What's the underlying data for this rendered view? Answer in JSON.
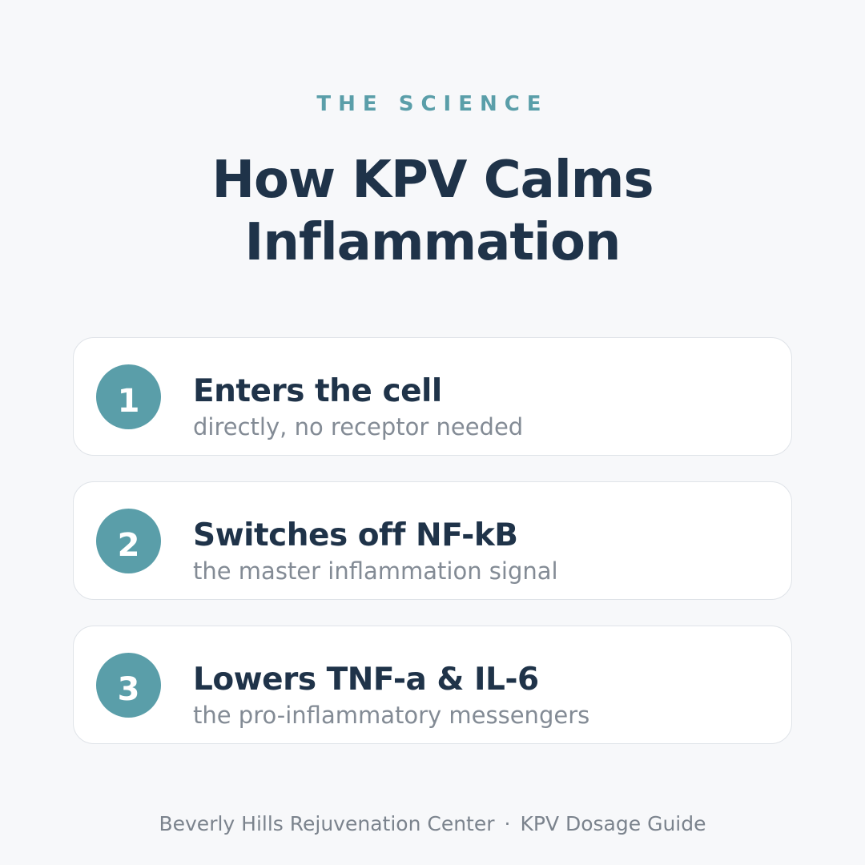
{
  "header": {
    "eyebrow": "THE SCIENCE",
    "title_line1": "How KPV Calms",
    "title_line2": "Inflammation"
  },
  "steps": [
    {
      "number": "1",
      "title": "Enters the cell",
      "subtitle": "directly, no receptor needed"
    },
    {
      "number": "2",
      "title": "Switches off NF-kB",
      "subtitle": "the master inflammation signal"
    },
    {
      "number": "3",
      "title": "Lowers TNF-a & IL-6",
      "subtitle": "the pro-inflammatory messengers"
    }
  ],
  "footer": {
    "brand": "Beverly Hills Rejuvenation Center",
    "separator": "·",
    "guide": "KPV Dosage Guide"
  },
  "colors": {
    "background": "#f7f8fa",
    "accent": "#5a9ea9",
    "heading": "#1f3349",
    "muted": "#838b95"
  }
}
